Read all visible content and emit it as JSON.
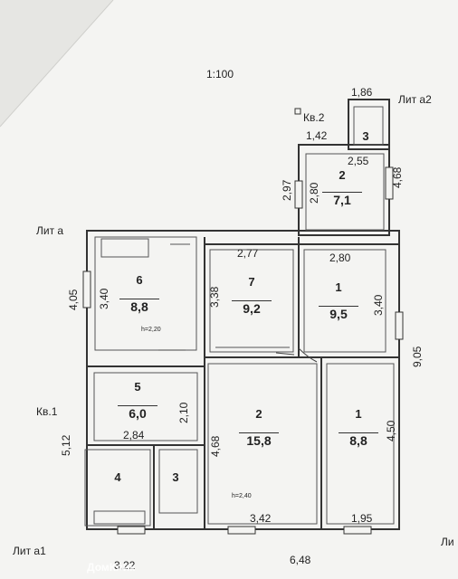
{
  "scale": "1:100",
  "labels": {
    "lit_a": "Лит а",
    "lit_a1": "Лит а1",
    "lit_a2": "Лит а2",
    "kv1": "Кв.1",
    "kv2": "Кв.2",
    "lit_right": "Ли"
  },
  "rooms": [
    {
      "num": "6",
      "area": "8,8"
    },
    {
      "num": "7",
      "area": "9,2"
    },
    {
      "num": "1",
      "area": "9,5"
    },
    {
      "num": "5",
      "area": "6,0"
    },
    {
      "num": "2",
      "area": "15,8"
    },
    {
      "num": "1",
      "area": "8,8"
    },
    {
      "num": "4",
      "area": ""
    },
    {
      "num": "3",
      "area": ""
    },
    {
      "num": "2",
      "area": "7,1"
    },
    {
      "num": "3",
      "area": ""
    }
  ],
  "dims": {
    "d186": "1,86",
    "d142": "1,42",
    "d255": "2,55",
    "d468a": "4,68",
    "d297": "2,97",
    "d280a": "2,80",
    "d277": "2,77",
    "d280b": "2,80",
    "d405": "4,05",
    "d340a": "3,40",
    "d338": "3,38",
    "d340b": "3,40",
    "d905": "9,05",
    "d210": "2,10",
    "d468b": "4,68",
    "d450": "4,50",
    "d512": "5,12",
    "d284": "2,84",
    "d342": "3,42",
    "d195": "1,95",
    "d322": "3,22",
    "d648": "6,48"
  },
  "heights": {
    "h220": "h=2,20",
    "h240": "h=2,40"
  },
  "watermark": "ДомКлик"
}
